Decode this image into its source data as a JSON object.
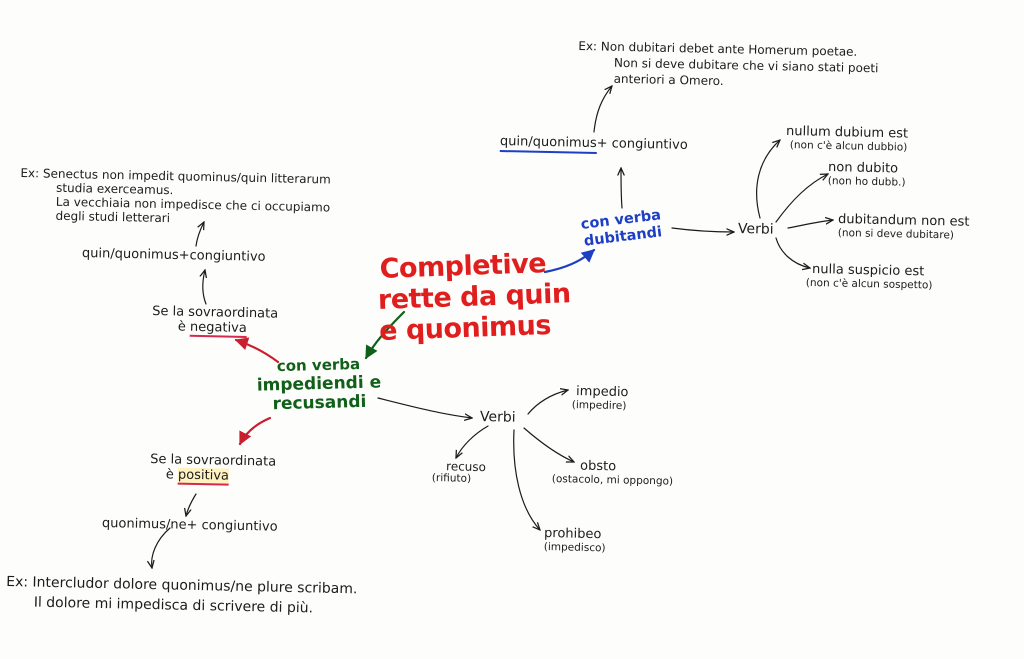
{
  "title": [
    "Completive",
    "rette da quin",
    "e quonimus"
  ],
  "dubitandi": {
    "label": [
      "con verba",
      "dubitandi"
    ],
    "construction": {
      "a": "quin/quonimus",
      "b": "+ congiuntivo"
    },
    "example": [
      "Ex: Non dubitari debet ante Homerum poetae.",
      "Non si deve dubitare che vi siano stati poeti",
      "anteriori a Omero."
    ],
    "verbi_label": "Verbi",
    "verbs": [
      {
        "latin": "nullum dubium est",
        "it": "(non c'è alcun dubbio)"
      },
      {
        "latin": "non dubito",
        "it": "(non ho dubb.)"
      },
      {
        "latin": "dubitandum non est",
        "it": "(non si deve dubitare)"
      },
      {
        "latin": "nulla suspicio est",
        "it": "(non c'è alcun sospetto)"
      }
    ]
  },
  "impediendi": {
    "label": [
      "con verba",
      "impediendi e",
      "recusandi"
    ],
    "negative": {
      "cond": [
        "Se la sovraordinata",
        "è"
      ],
      "word": "negativa",
      "construction": "quin/quonimus+congiuntivo",
      "example": [
        "Ex: Senectus non impedit quominus/quin litterarum",
        "studia exerceamus.",
        "La vecchiaia non impedisce che ci occupiamo",
        "degli studi letterari"
      ]
    },
    "positive": {
      "cond": [
        "Se la sovraordinata",
        "è"
      ],
      "word": "positiva",
      "construction": {
        "a": "quonimus",
        "b": "/ne+ congiuntivo"
      },
      "example": [
        "Ex: Intercludor dolore quonimus/ne plure scribam.",
        "Il dolore mi impedisca di scrivere di più."
      ]
    },
    "verbi_label": "Verbi",
    "verbs": [
      {
        "latin": "impedio",
        "it": "(impedire)"
      },
      {
        "latin": "recuso",
        "it": "(rifiuto)"
      },
      {
        "latin": "obsto",
        "it": "(ostacolo, mi oppongo)"
      },
      {
        "latin": "prohibeo",
        "it": "(impedisco)"
      }
    ]
  },
  "colors": {
    "title": "#e01e1e",
    "impediendi": "#10601a",
    "dubitandi": "#1d3fc4",
    "ink": "#1c1c1c",
    "underline": "#d42a4e"
  }
}
